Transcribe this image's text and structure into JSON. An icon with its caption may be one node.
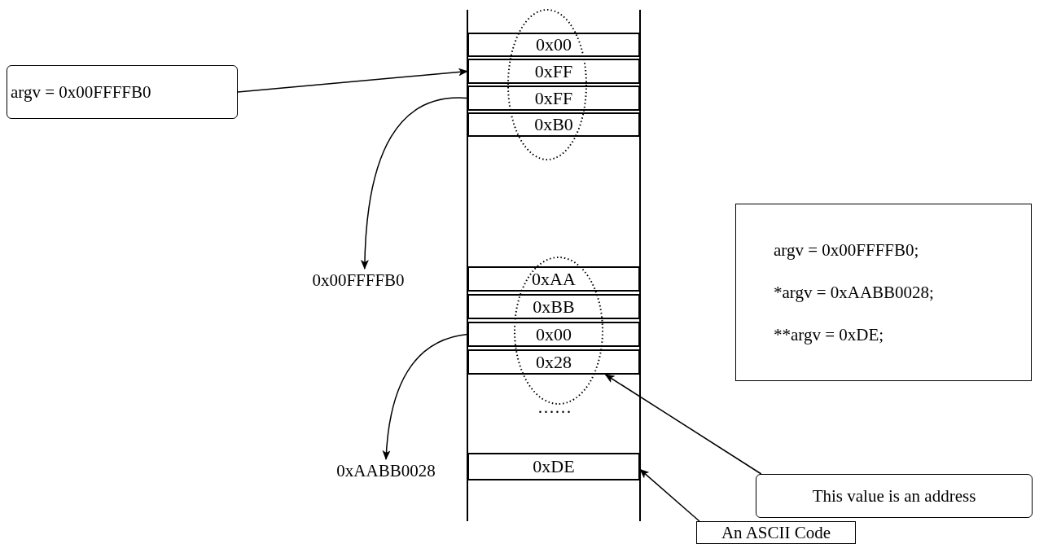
{
  "diagram": {
    "nodes": [
      {
        "text": [
          "argv = 0x00FFFFB0"
        ]
      },
      {
        "text": [
          "0x00"
        ]
      },
      {
        "text": [
          "0xFF"
        ]
      },
      {
        "text": [
          "0xFF"
        ]
      },
      {
        "text": [
          "0xB0"
        ]
      },
      {
        "text": [
          "0x00FFFFB0"
        ]
      },
      {
        "text": [
          "0xAA"
        ]
      },
      {
        "text": [
          "0xBB"
        ]
      },
      {
        "text": [
          "0x00"
        ]
      },
      {
        "text": [
          "0x28"
        ]
      },
      {
        "text": [
          "0xDE"
        ]
      },
      {
        "text": [
          "0xAABB0028"
        ]
      },
      {
        "text": [
          "argv = 0x00FFFFB0;",
          "*argv = 0xAABB0028;",
          "**argv = 0xDE;"
        ]
      },
      {
        "text": [
          "This value is an address"
        ]
      },
      {
        "text": [
          "An ASCII Code"
        ]
      }
    ],
    "edges": [
      {
        "from": 0,
        "to": 2,
        "arrow": "to"
      },
      {
        "from": 3,
        "to": 5,
        "arrow": "to"
      },
      {
        "from": 8,
        "to": 11,
        "arrow": "to"
      },
      {
        "from": 13,
        "to": 9,
        "arrow": "to"
      },
      {
        "from": 14,
        "to": 10,
        "arrow": "to"
      }
    ],
    "labels": [
      "……"
    ]
  }
}
